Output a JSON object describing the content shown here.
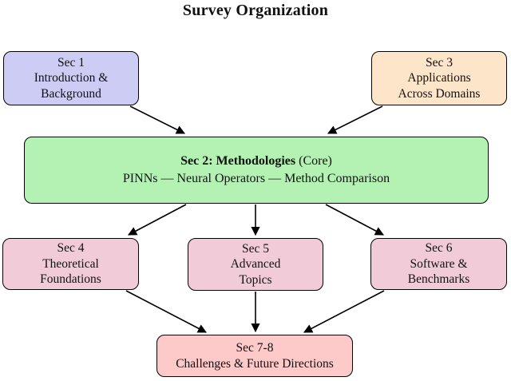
{
  "title": "Survey Organization",
  "colors": {
    "sec1_fill": "#ccccf5",
    "sec2_fill": "#b3f2b3",
    "sec3_fill": "#fde5c9",
    "sec456_fill": "#f1ccd8",
    "sec78_fill": "#fdc9c9",
    "border": "#000000",
    "text": "#111111",
    "background": "#ffffff"
  },
  "nodes": {
    "sec1": {
      "lines": [
        "Sec 1",
        "Introduction &",
        "Background"
      ]
    },
    "sec3": {
      "lines": [
        "Sec 3",
        "Applications",
        "Across Domains"
      ]
    },
    "sec2": {
      "line1_bold": "Sec 2: Methodologies",
      "line1_rest": " (Core)",
      "line2": "PINNs — Neural Operators — Method Comparison"
    },
    "sec4": {
      "lines": [
        "Sec 4",
        "Theoretical",
        "Foundations"
      ]
    },
    "sec5": {
      "lines": [
        "Sec 5",
        "Advanced",
        "Topics"
      ]
    },
    "sec6": {
      "lines": [
        "Sec 6",
        "Software &",
        "Benchmarks"
      ]
    },
    "sec78": {
      "lines": [
        "Sec 7-8",
        "Challenges & Future Directions"
      ]
    }
  },
  "edges": [
    {
      "from": "sec1",
      "to": "sec2"
    },
    {
      "from": "sec3",
      "to": "sec2"
    },
    {
      "from": "sec2",
      "to": "sec4"
    },
    {
      "from": "sec2",
      "to": "sec5"
    },
    {
      "from": "sec2",
      "to": "sec6"
    },
    {
      "from": "sec4",
      "to": "sec78"
    },
    {
      "from": "sec5",
      "to": "sec78"
    },
    {
      "from": "sec6",
      "to": "sec78"
    }
  ]
}
